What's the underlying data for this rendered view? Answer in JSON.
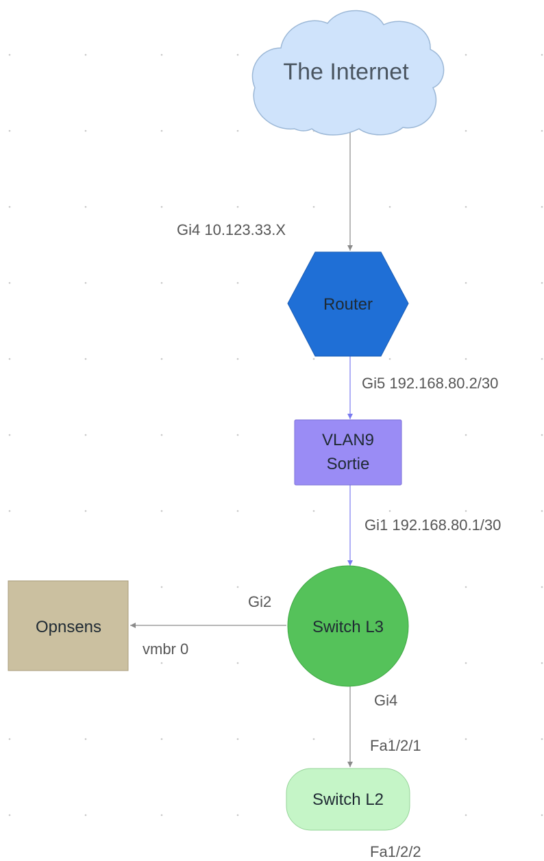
{
  "diagram": {
    "nodes": {
      "internet": {
        "label": "The Internet",
        "color": "#cfe3fb",
        "icon": "cloud-icon"
      },
      "router": {
        "label": "Router",
        "color": "#1f6fd6",
        "icon": "hexagon-icon"
      },
      "vlan": {
        "label_line1": "VLAN9",
        "label_line2": "Sortie",
        "color": "#9a8cf5"
      },
      "opnsens": {
        "label": "Opnsens",
        "color": "#cbc0a0"
      },
      "switch_l3": {
        "label": "Switch L3",
        "color": "#55c25a"
      },
      "switch_l2": {
        "label": "Switch L2",
        "color": "#c5f5c7"
      }
    },
    "edge_labels": {
      "gi4_wan": "Gi4 10.123.33.X",
      "gi5": "Gi5 192.168.80.2/30",
      "gi1": "Gi1 192.168.80.1/30",
      "gi2": "Gi2",
      "vmbr": "vmbr 0",
      "gi4_down": "Gi4",
      "fa121": "Fa1/2/1",
      "fa122": "Fa1/2/2"
    },
    "colors": {
      "edge_gray": "#8a8a8a",
      "edge_blue": "#7a7af0",
      "grid_dot": "#c8c8c8"
    }
  }
}
